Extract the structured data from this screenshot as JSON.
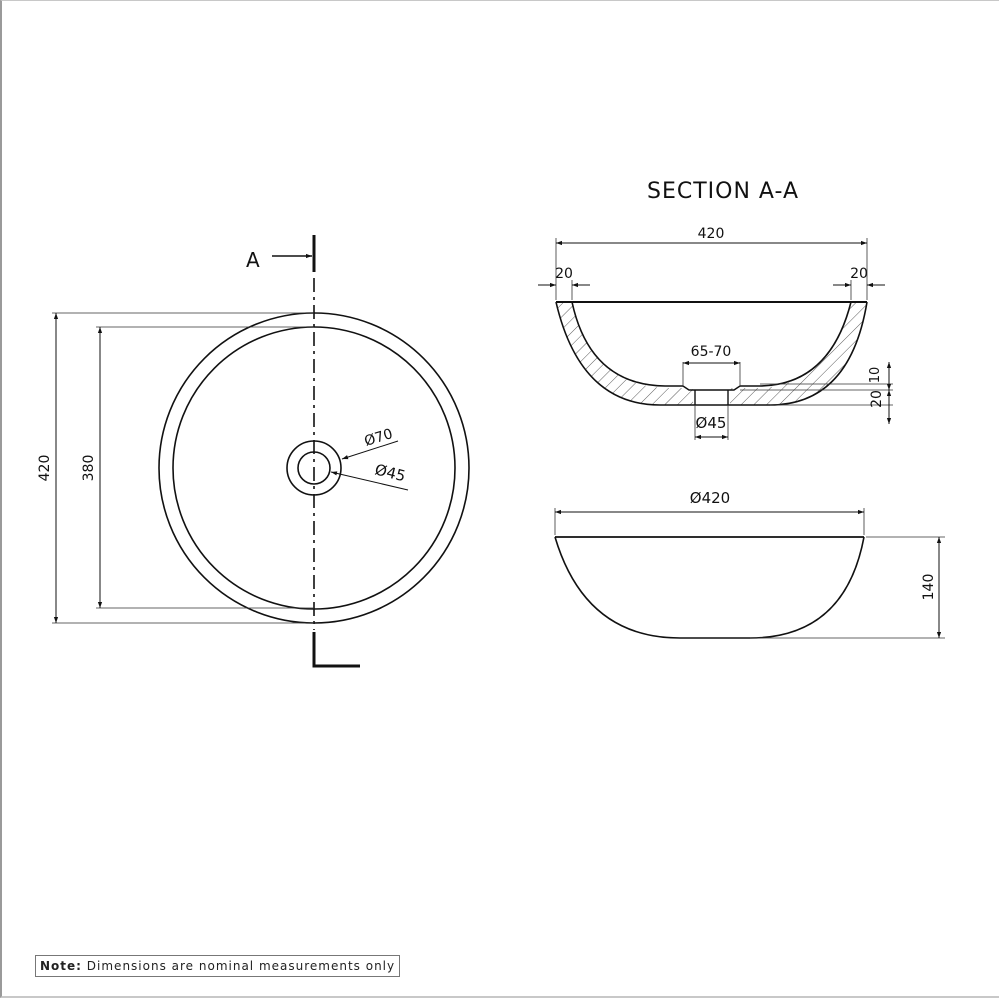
{
  "drawing": {
    "section_marker": "A",
    "section_title": "SECTION A-A",
    "plan_view": {
      "outer_diameter": "420",
      "inner_diameter": "380",
      "waste_outer": "Ø70",
      "waste_inner": "Ø45"
    },
    "section_view": {
      "overall_width": "420",
      "rim_left": "20",
      "rim_right": "20",
      "waste_recess": "65-70",
      "waste_hole": "Ø45",
      "recess_depth": "10",
      "base_thickness": "20"
    },
    "elevation_view": {
      "diameter": "Ø420",
      "height": "140"
    }
  },
  "note": {
    "label": "Note:",
    "text": "Dimensions are nominal measurements only"
  }
}
